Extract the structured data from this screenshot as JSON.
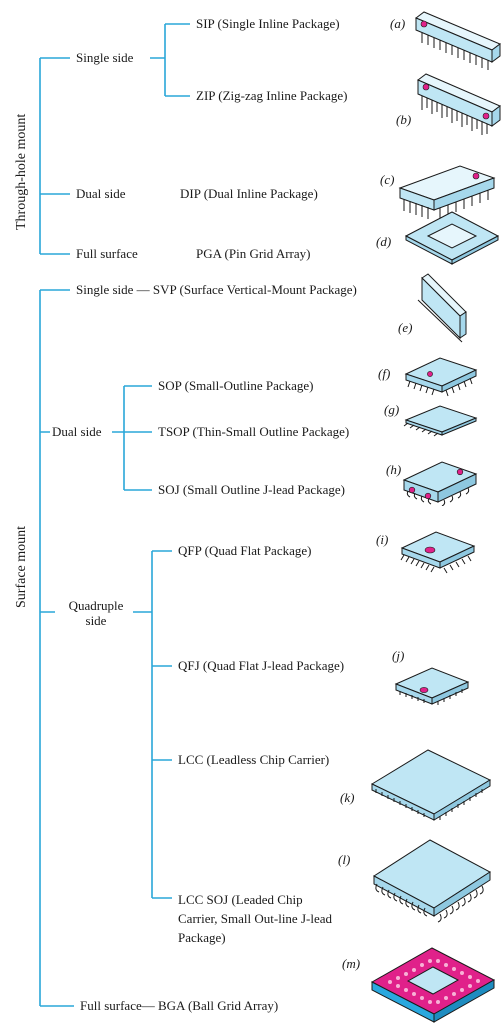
{
  "categories": {
    "through_hole": "Through-hole mount",
    "surface": "Surface mount"
  },
  "through_hole": {
    "single_side": "Single side",
    "sip": "SIP (Single Inline Package)",
    "zip": "ZIP (Zig-zag  Inline Package)",
    "dual_side": "Dual side",
    "dip": "DIP (Dual Inline Package)",
    "full_surface": "Full surface",
    "pga": "PGA (Pin  Grid Array)"
  },
  "surface": {
    "single_side_svp": "Single side — SVP (Surface Vertical-Mount Package)",
    "dual_side": "Dual side",
    "sop": "SOP (Small-Outline Package)",
    "tsop": "TSOP (Thin-Small Outline Package)",
    "soj": "SOJ (Small Outline J-lead Package)",
    "quadruple_side": "Quadruple side",
    "qfp": "QFP (Quad Flat Package)",
    "qfj": "QFJ (Quad Flat J-lead Package)",
    "lcc": "LCC (Leadless Chip Carrier)",
    "lcc_soj": "LCC SOJ (Leaded Chip Carrier,  Small Out-line J-lead Package)",
    "full_surface_bga": "Full surface— BGA (Ball Grid Array)"
  },
  "figure_labels": {
    "a": "(a)",
    "b": "(b)",
    "c": "(c)",
    "d": "(d)",
    "e": "(e)",
    "f": "(f)",
    "g": "(g)",
    "h": "(h)",
    "i": "(i)",
    "j": "(j)",
    "k": "(k)",
    "l": "(l)",
    "m": "(m)"
  },
  "colors": {
    "lines": "#2aa7d8",
    "chip_body": "#bfe6f4",
    "chip_edge": "#1a1a1a",
    "pin1_marker": "#e0218a",
    "bga_base": "#29a8df",
    "bga_ball": "#e0218a"
  }
}
